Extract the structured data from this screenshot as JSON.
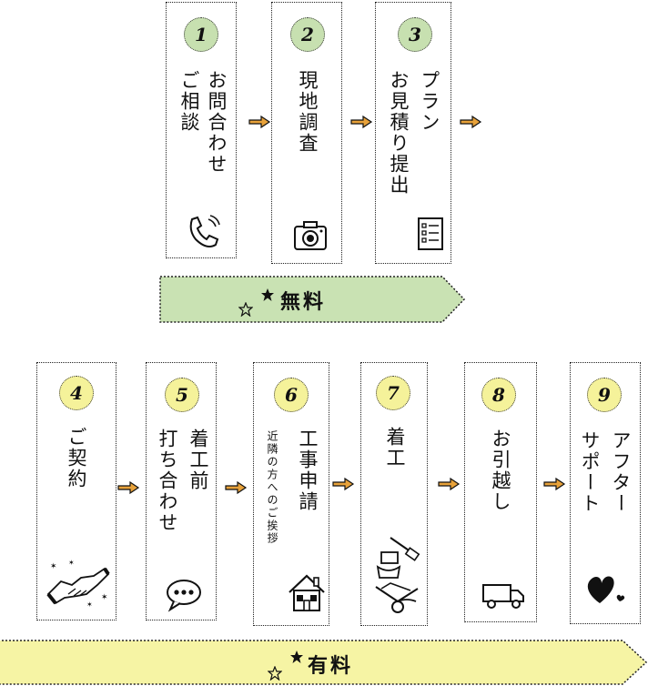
{
  "steps": [
    {
      "number": "1",
      "lines": [
        "お問合わせ",
        "ご相談"
      ],
      "icon": "phone-icon"
    },
    {
      "number": "2",
      "lines": [
        "現地調査"
      ],
      "icon": "camera-icon"
    },
    {
      "number": "3",
      "lines": [
        "プラン",
        "お見積り提出"
      ],
      "icon": "document-icon"
    },
    {
      "number": "4",
      "lines": [
        "ご契約"
      ],
      "icon": "handshake-icon"
    },
    {
      "number": "5",
      "lines": [
        "着工前",
        "打ち合わせ"
      ],
      "icon": "speech-bubble-icon"
    },
    {
      "number": "6",
      "lines": [
        "工事申請"
      ],
      "sub": "近隣の方へのご挨拶",
      "icon": "house-icon"
    },
    {
      "number": "7",
      "lines": [
        "着工"
      ],
      "icon": "construction-tools-icon"
    },
    {
      "number": "8",
      "lines": [
        "お引越し"
      ],
      "icon": "truck-icon"
    },
    {
      "number": "9",
      "lines": [
        "アフター",
        "サポート"
      ],
      "icon": "heart-icon"
    }
  ],
  "banners": {
    "free": {
      "label": "無料",
      "color": "#c9e2b3"
    },
    "paid": {
      "label": "有料",
      "color": "#f6f4a4"
    }
  },
  "colors": {
    "badge_green": "#c7e0b0",
    "badge_yellow": "#f5f29a",
    "arrow": "#e8a23a"
  }
}
